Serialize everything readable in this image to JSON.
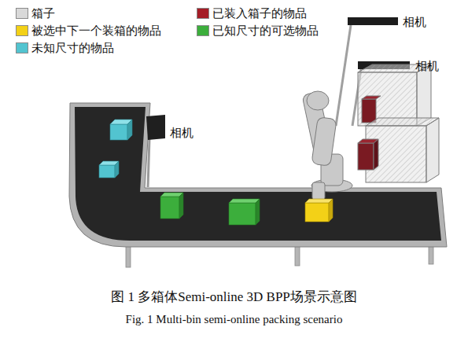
{
  "diagram": {
    "caption": "图 1 多箱体Semi-online 3D BPP场景示意图",
    "labels": [
      "相机",
      "相机",
      "相机",
      "Fig. 1 Multi-bin semi-online packing scenario"
    ],
    "legend": [
      {
        "text": "箱子",
        "color": "#d9d9d9"
      },
      {
        "text": "已装入箱子的物品",
        "color": "#a51d26"
      },
      {
        "text": "被选中下一个装箱的物品",
        "color": "#f3d117"
      },
      {
        "text": "已知尺寸的可选物品",
        "color": "#3cae3c"
      },
      {
        "text": "未知尺寸的物品",
        "color": "#52c4d0"
      }
    ]
  }
}
